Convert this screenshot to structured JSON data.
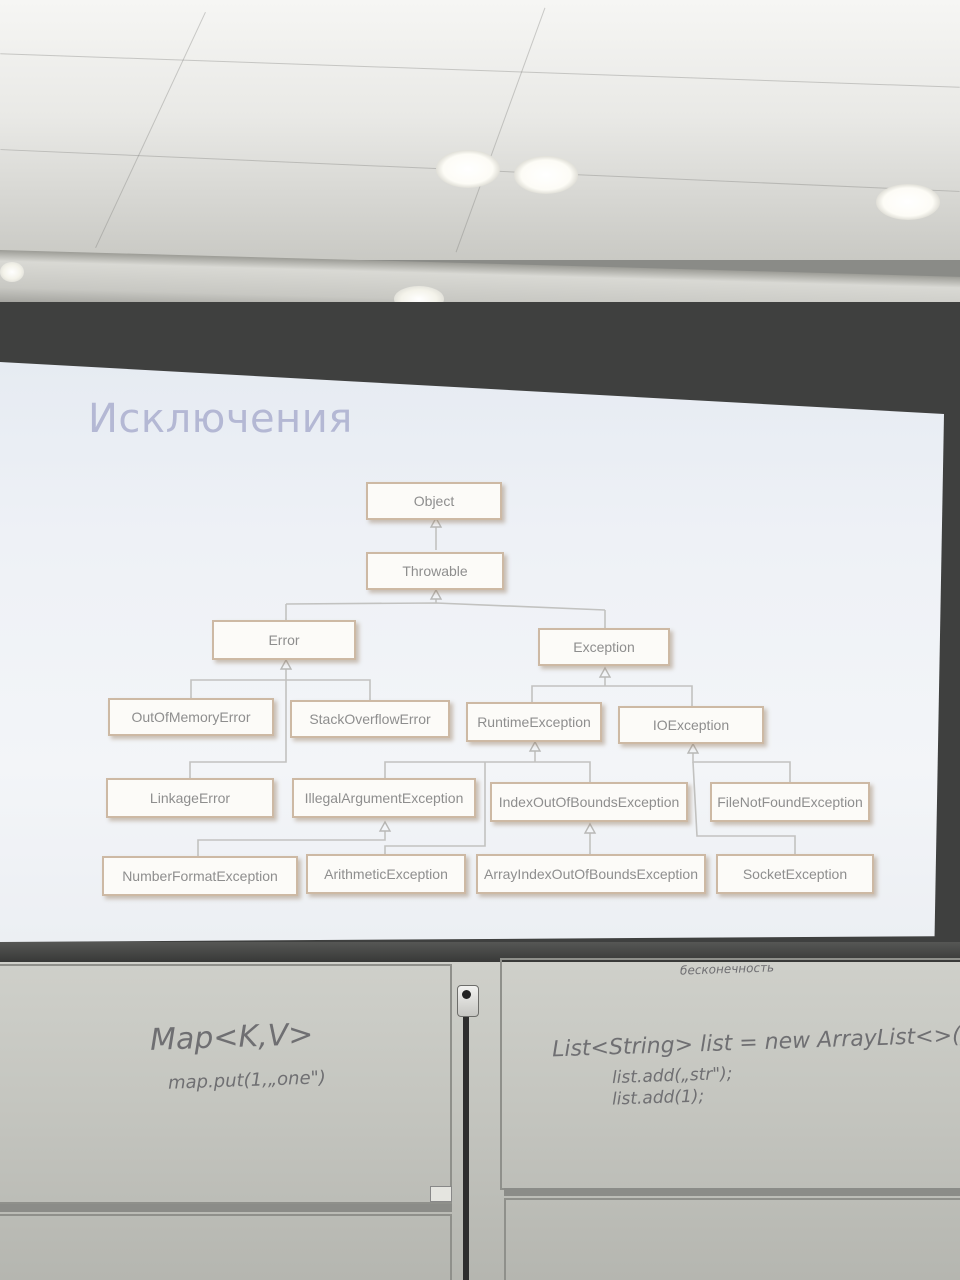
{
  "slide": {
    "title": "Исключения"
  },
  "hierarchy": {
    "object": "Object",
    "throwable": "Throwable",
    "error": "Error",
    "exception": "Exception",
    "out_of_memory_error": "OutOfMemoryError",
    "stack_overflow_error": "StackOverflowError",
    "runtime_exception": "RuntimeException",
    "io_exception": "IOException",
    "linkage_error": "LinkageError",
    "illegal_argument_exception": "IllegalArgumentException",
    "index_out_of_bounds_exception": "IndexOutOfBoundsException",
    "file_not_found_exception": "FileNotFoundException",
    "number_format_exception": "NumberFormatException",
    "arithmetic_exception": "ArithmeticException",
    "array_index_out_of_bounds_exception": "ArrayIndexOutOfBoundsException",
    "socket_exception": "SocketException"
  },
  "whiteboard": {
    "left_line_1": "Map<K,V>",
    "left_line_2": "map.put(1,„one\")",
    "right_line_1": "List<String> list = new ArrayList<>();",
    "right_line_2": "list.add(„str\");",
    "right_line_3": "list.add(1);",
    "top_note": "бесконечность"
  },
  "colors": {
    "slide_bg": "#eef1f6",
    "title": "#b4b8d4",
    "node_border": "#cdb9a4",
    "node_text": "#8e8e8e",
    "connector": "#c2c2c0"
  }
}
